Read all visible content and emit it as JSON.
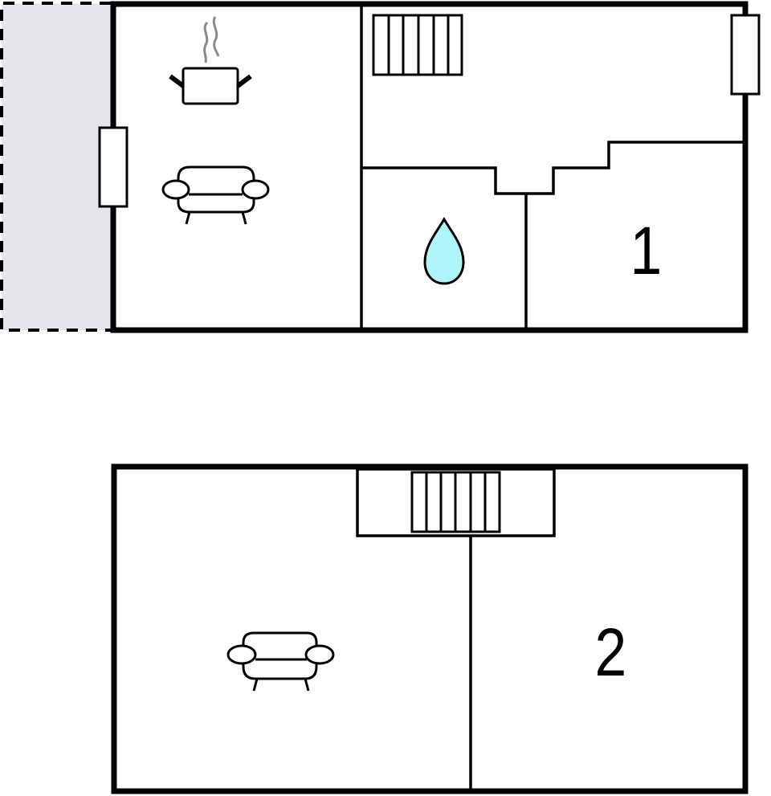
{
  "floorplan": {
    "colors": {
      "wall": "#000000",
      "terrace_fill": "#e6e6ea",
      "water_drop": "#aef4f8",
      "steam": "#8a8a8a",
      "background": "#ffffff"
    },
    "floors": [
      {
        "name": "ground-floor",
        "rooms": [
          {
            "type": "terrace",
            "label": ""
          },
          {
            "type": "kitchen-living",
            "icons": [
              "cooking-pot-icon",
              "sofa-icon"
            ],
            "label": ""
          },
          {
            "type": "hall-with-stairs",
            "icons": [
              "stairs-icon"
            ],
            "label": ""
          },
          {
            "type": "bathroom",
            "icons": [
              "water-drop-icon"
            ],
            "label": ""
          },
          {
            "type": "bedroom",
            "label": "1"
          }
        ]
      },
      {
        "name": "upper-floor",
        "rooms": [
          {
            "type": "stair-landing",
            "icons": [
              "stairs-icon"
            ],
            "label": ""
          },
          {
            "type": "living",
            "icons": [
              "sofa-icon"
            ],
            "label": ""
          },
          {
            "type": "bedroom",
            "label": "2"
          }
        ]
      }
    ]
  }
}
